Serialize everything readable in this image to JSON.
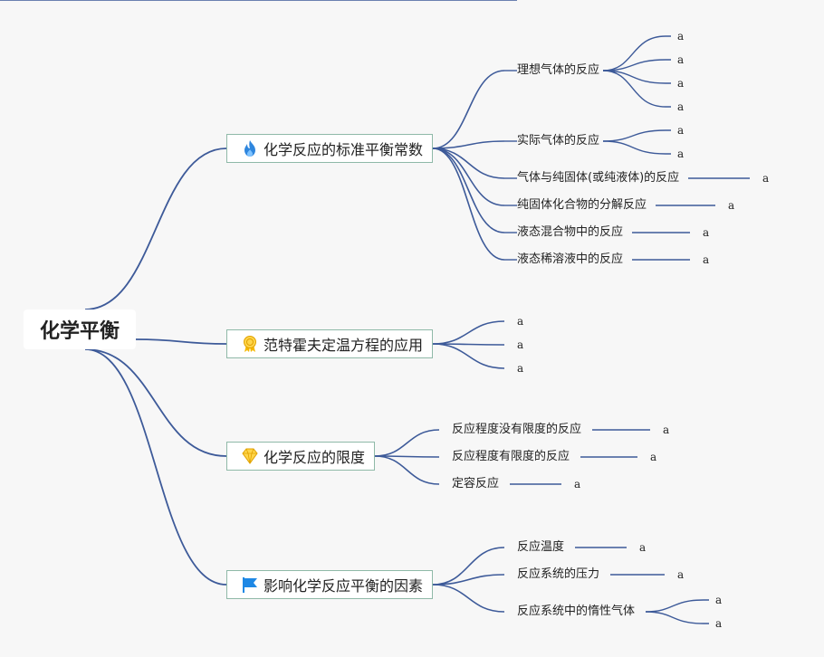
{
  "root": "化学平衡",
  "branches": [
    {
      "label": "化学反应的标准平衡常数",
      "icon": "fire-icon",
      "children": [
        {
          "label": "理想气体的反应",
          "leaves": [
            "a",
            "a",
            "a",
            "a"
          ]
        },
        {
          "label": "实际气体的反应",
          "leaves": [
            "a",
            "a"
          ]
        },
        {
          "label": "气体与纯固体(或纯液体)的反应",
          "leaves": [
            "a"
          ]
        },
        {
          "label": "纯固体化合物的分解反应",
          "leaves": [
            "a"
          ]
        },
        {
          "label": "液态混合物中的反应",
          "leaves": [
            "a"
          ]
        },
        {
          "label": "液态稀溶液中的反应",
          "leaves": [
            "a"
          ]
        }
      ]
    },
    {
      "label": "范特霍夫定温方程的应用",
      "icon": "award-ribbon-icon",
      "leaves": [
        "a",
        "a",
        "a"
      ]
    },
    {
      "label": "化学反应的限度",
      "icon": "diamond-icon",
      "children": [
        {
          "label": "反应程度没有限度的反应",
          "leaves": [
            "a"
          ]
        },
        {
          "label": "反应程度有限度的反应",
          "leaves": [
            "a"
          ]
        },
        {
          "label": "定容反应",
          "leaves": [
            "a"
          ]
        }
      ]
    },
    {
      "label": "影响化学反应平衡的因素",
      "icon": "flag-icon",
      "children": [
        {
          "label": "反应温度",
          "leaves": [
            "a"
          ]
        },
        {
          "label": "反应系统的压力",
          "leaves": [
            "a"
          ]
        },
        {
          "label": "反应系统中的惰性气体",
          "leaves": [
            "a",
            "a"
          ]
        }
      ]
    }
  ]
}
